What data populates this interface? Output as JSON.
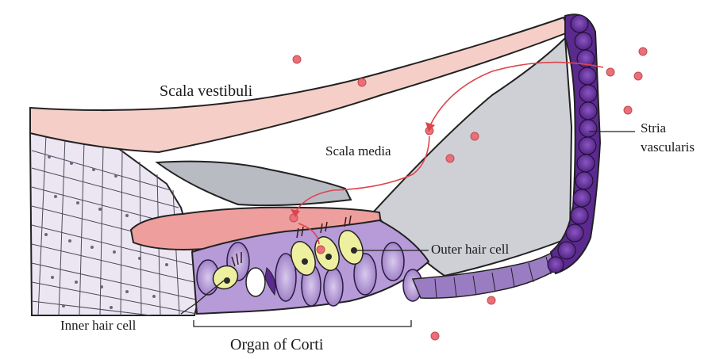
{
  "labels": {
    "scala_vestibuli": "Scala vestibuli",
    "scala_media": "Scala media",
    "stria_line1": "Stria",
    "stria_line2": "vascularis",
    "outer_hair_cell": "Outer hair cell",
    "inner_hair_cell": "Inner hair cell",
    "organ_of_corti": "Organ of Corti"
  },
  "colors": {
    "membrane_pink": "#f5cfc7",
    "tectorial_pink": "#ef9e9e",
    "bone_lilac": "#ece6f2",
    "stria_purple": "#5b2a8e",
    "corti_purple": "#9a7cc2",
    "hair_cell_yellow": "#eef0a0",
    "fluid_gray": "#cfd0d6",
    "particle_red": "#ea6f76"
  }
}
